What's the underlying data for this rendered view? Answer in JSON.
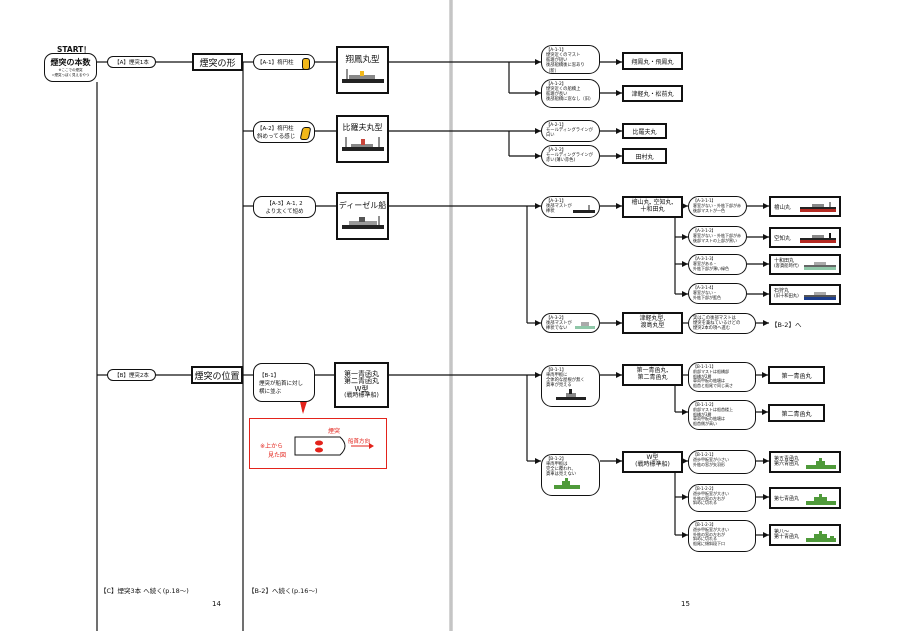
{
  "start": {
    "label": "START！",
    "title": "煙突の本数",
    "note1": "※ここでの煙突",
    "note2": "=煙突っぽく見えるやつ"
  },
  "branch_a": {
    "label": "【A】煙突1本",
    "shape": "煙突の形"
  },
  "branch_b": {
    "label": "【B】煙突2本",
    "position": "煙突の位置"
  },
  "a1": {
    "label": "【A-1】楕円柱",
    "type": "翔鳳丸型",
    "c1": {
      "title": "【A-1-1】",
      "l1": "煙突近くのマスト",
      "l2": "舷墻が短い",
      "l3": "後部船橋後に窓あり（新）",
      "result": "翔鳳丸・飛鳳丸"
    },
    "c2": {
      "title": "【A-1-2】",
      "l1": "煙突近くの船橋上",
      "l2": "舷墻が長い",
      "l3": "後部船橋に窓なし（旧）",
      "result": "津軽丸・松前丸"
    }
  },
  "a2": {
    "label1": "【A-2】楕円柱",
    "label2": "斜めってる感じ",
    "type": "比羅夫丸型",
    "c1": {
      "title": "【A-2-1】",
      "l1": "モールディングラインが",
      "l2": "白い",
      "result": "比羅夫丸"
    },
    "c2": {
      "title": "【A-2-2】",
      "l1": "モールディングラインが",
      "l2": "赤い(薄い赤色)",
      "result": "田村丸"
    }
  },
  "a3": {
    "label1": "【A-3】A-1, 2",
    "label2": "より太くて短め",
    "type": "ディーゼル船",
    "c1": {
      "title": "【A-3-1】",
      "l1": "後部マストが",
      "l2": "棒状",
      "result1": "檜山丸, 空知丸,",
      "result2": "十和田丸"
    },
    "c2": {
      "title": "【A-3-2】",
      "l1": "後部マストが",
      "l2": "棒状でない",
      "result1": "津軽丸型,",
      "result2": "渡島丸型"
    },
    "d1": {
      "title": "【A-3-1-1】",
      "l1": "客室がない・外舷下部が赤",
      "l2": "後部マストが一色",
      "result": "檜山丸"
    },
    "d2": {
      "title": "【A-3-1-2】",
      "l1": "客室がない・外舷下部が赤",
      "l2": "後部マストの上部が黒い",
      "result": "空知丸"
    },
    "d3": {
      "title": "【A-3-1-3】",
      "l1": "客室がある・",
      "l2": "外舷下部が薄い緑色",
      "result1": "十和田丸",
      "result2": "(客貨船時代)"
    },
    "d4": {
      "title": "【A-3-1-4】",
      "l1": "客室がない・",
      "l2": "外舷下部が藍色",
      "result1": "石狩丸",
      "result2": "(旧十和田丸)"
    },
    "note1": "実はこの後部マストは",
    "note2": "煙突を兼ねているけどの",
    "note3": "煙突2本の項へ進む",
    "jump": "【B-2】へ"
  },
  "b1": {
    "label1": "【B-1】",
    "label2": "煙突が船首に対し",
    "label3": "横に並ぶ",
    "type1": "第一青函丸",
    "type2": "第二青函丸",
    "type3": "W型",
    "type4": "(戦時標準船)",
    "fig_chimney": "煙突",
    "fig_view1": "※上から",
    "fig_view2": "見た図",
    "fig_bow": "船首方向",
    "c1": {
      "title": "【B-1-1】",
      "l1": "車両甲板に",
      "l2": "全体的な屋根が無く",
      "l3": "貨車が見える",
      "result1": "第一青函丸,",
      "result2": "第二青函丸"
    },
    "c2": {
      "title": "【B-1-2】",
      "l1": "車両甲板は",
      "l2": "完全に覆われ,",
      "l3": "貨車は見えない",
      "result1": "W型",
      "result2": "(戦時標準船)"
    },
    "d1": {
      "title": "【B-1-1-1】",
      "l1": "前部マストは船橋部",
      "l2": "船橋が2層",
      "l3": "車両甲板の舷墻は",
      "l4": "船首と船尾で同じ高さ",
      "result": "第一青函丸"
    },
    "d2": {
      "title": "【B-1-1-2】",
      "l1": "前部マストは船首楼上",
      "l2": "船橋が3層",
      "l3": "車両甲板の舷墻は",
      "l4": "船首側が高い",
      "result": "第二青函丸"
    },
    "e1": {
      "title": "【B-1-2-1】",
      "l1": "遊歩甲板室が小さい",
      "l2": "外舷の窓が矢羽形",
      "result1": "第五青函丸",
      "result2": "第六青函丸"
    },
    "e2": {
      "title": "【B-1-2-2】",
      "l1": "遊歩甲板室が大きい",
      "l2": "外舷の窓の左右が",
      "l3": "斜めに切れる",
      "result": "第七青函丸"
    },
    "e3": {
      "title": "【B-1-2-3】",
      "l1": "遊歩甲板室が大きい",
      "l2": "外舷の窓の左右が",
      "l3": "斜めに切れる",
      "l4": "船尾に傾斜段下口",
      "result1": "第八〜",
      "result2": "第十青函丸"
    }
  },
  "footer": {
    "c_link": "【C】煙突3本 へ続く(p.18〜)",
    "b2_link": "【B-2】へ続く(p.16〜)",
    "page_left": "14",
    "page_right": "15"
  },
  "colors": {
    "accent_red": "#e3231b",
    "chimney_yellow": "#f2b81a",
    "ship_blue": "#1c3d8c",
    "ship_green": "#4f9a3a"
  }
}
